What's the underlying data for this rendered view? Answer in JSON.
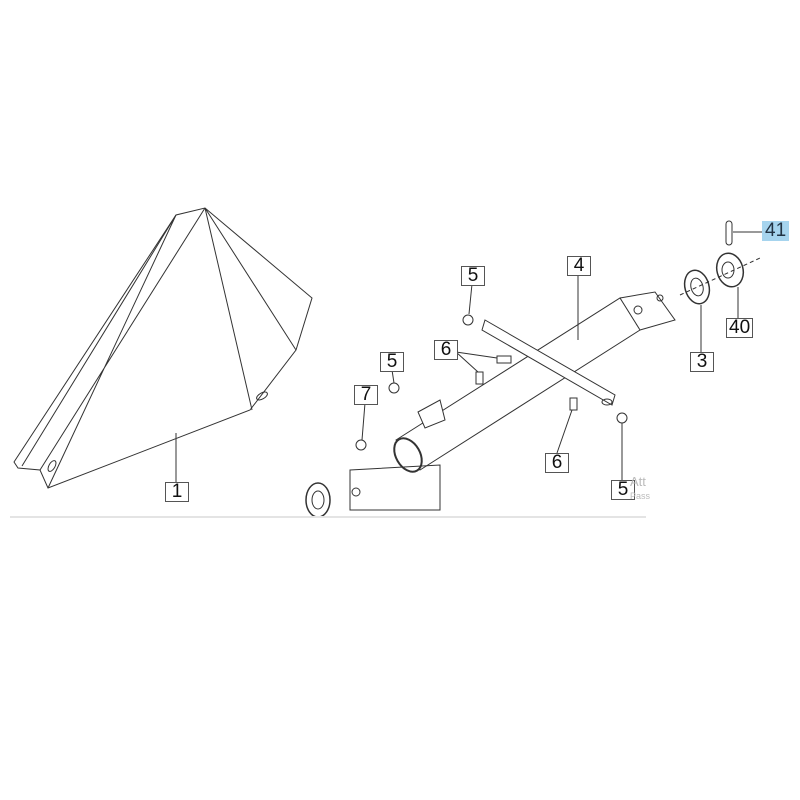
{
  "diagram": {
    "callouts": [
      {
        "id": "part-1",
        "label": "1"
      },
      {
        "id": "part-3",
        "label": "3"
      },
      {
        "id": "part-4",
        "label": "4"
      },
      {
        "id": "part-5-top",
        "label": "5"
      },
      {
        "id": "part-5-mid",
        "label": "5"
      },
      {
        "id": "part-5-bottom",
        "label": "5"
      },
      {
        "id": "part-6-top",
        "label": "6"
      },
      {
        "id": "part-6-bottom",
        "label": "6"
      },
      {
        "id": "part-7",
        "label": "7"
      },
      {
        "id": "part-40",
        "label": "40"
      },
      {
        "id": "part-41",
        "label": "41"
      }
    ],
    "overlay_text": {
      "line1": "Att",
      "line2": "Pass"
    },
    "highlight_color": "#a6d4ee"
  }
}
